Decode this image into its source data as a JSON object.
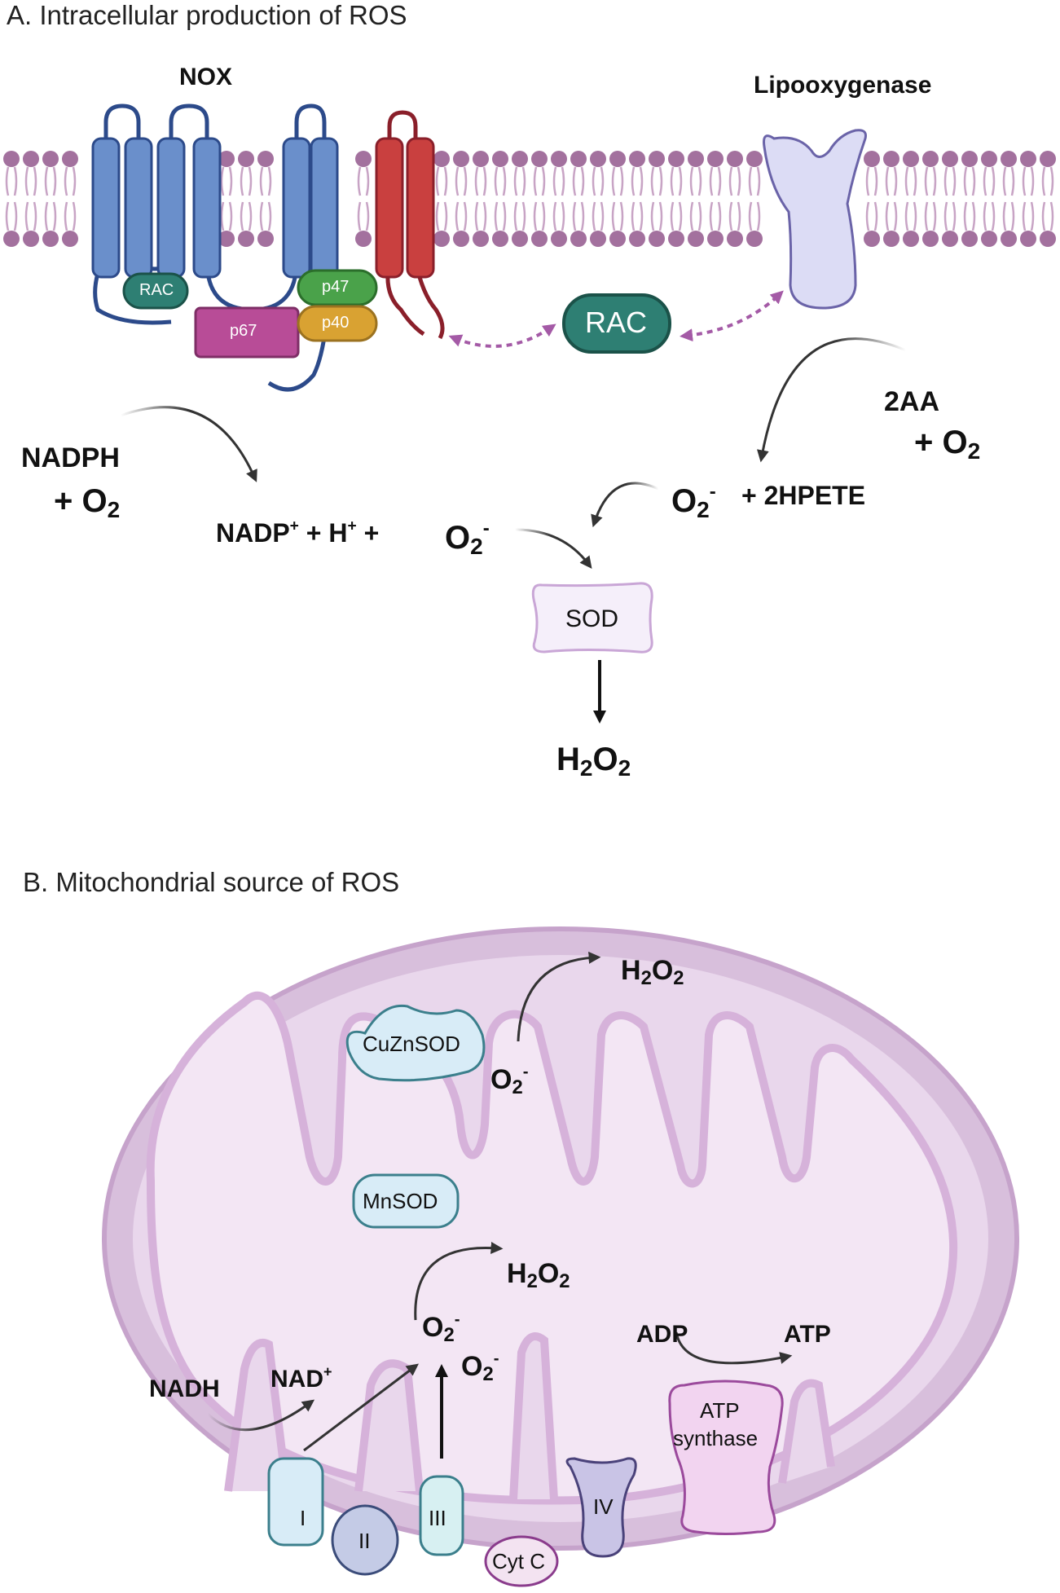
{
  "section_a": {
    "title": "A. Intracellular production of ROS",
    "nox_label": "NOX",
    "lipoxygenase_label": "Lipooxygenase",
    "rac_small": "RAC",
    "rac_large": "RAC",
    "p47": "p47",
    "p40": "p40",
    "p67": "p67",
    "nadph": "NADPH",
    "plus_o": "+ O",
    "o_sub": "2",
    "nadp": "NADP",
    "plus_sup": "+",
    "h_plus": " + H",
    "plus_tail": " +",
    "o2_left": "O",
    "minus_sup": "-",
    "aa": "2AA",
    "hpete": "+ 2HPETE",
    "sod": "SOD",
    "h2o2_h": "H",
    "h2o2_o": "O"
  },
  "section_b": {
    "title": "B. Mitochondrial source of ROS",
    "cuznsod": "CuZnSOD",
    "mnsod": "MnSOD",
    "h2o2_h": "H",
    "h2o2_o": "O",
    "sub2": "2",
    "o": "O",
    "minus": "-",
    "nadh": "NADH",
    "nad": "NAD",
    "plus": "+",
    "adp": "ADP",
    "atp": "ATP",
    "atp_synthase_1": "ATP",
    "atp_synthase_2": "synthase",
    "complex_i": "I",
    "complex_ii": "II",
    "complex_iii": "III",
    "cyt_c": "Cyt C",
    "complex_iv": "IV"
  },
  "colors": {
    "membrane": "#a3719e",
    "membrane_tail": "#c8a4c5",
    "nox_blue": "#6a8fcb",
    "nox_outline": "#2c4a8a",
    "nox_red": "#c9403f",
    "rac_teal": "#2e7f73",
    "p47_green": "#4aa24a",
    "p40_gold": "#d9a232",
    "p67_magenta": "#b84c97",
    "lox": "#dcdcf5",
    "sod_fill": "#f5effa",
    "arrow_dotted": "#a45aa6",
    "mito_outer": "#d8bfdc",
    "mito_inner": "#f3e6f4",
    "complex_blue": "#d8ecf7",
    "complex_iii": "#d7f0f2",
    "complex_iv": "#c9c4e6",
    "cytc": "#f3e3f1",
    "atp_synth": "#f2d4f0"
  }
}
